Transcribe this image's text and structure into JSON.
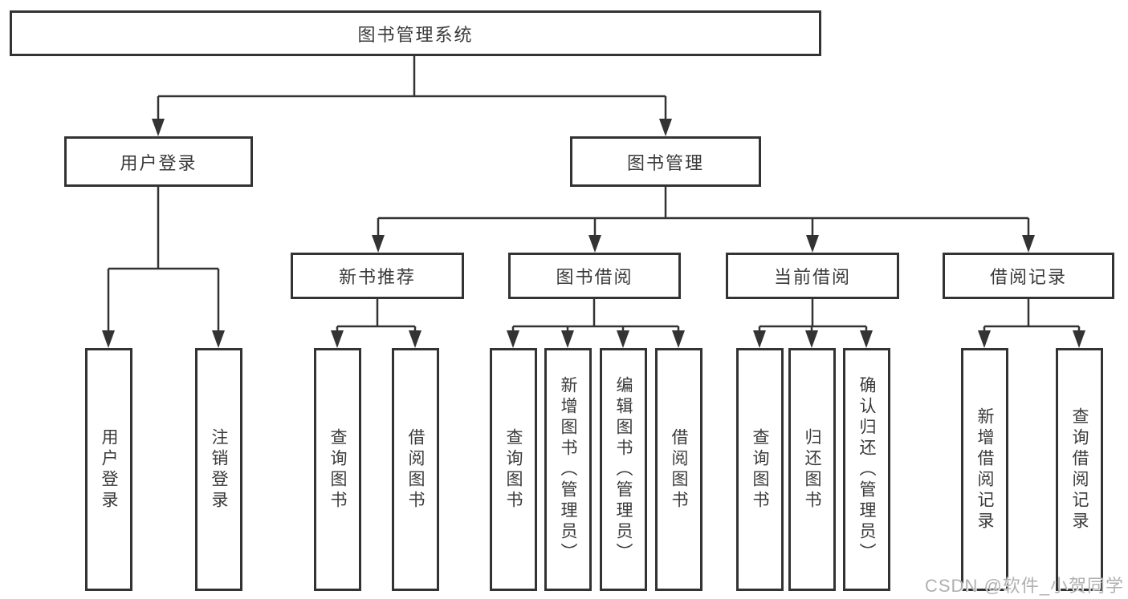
{
  "tree": {
    "label": "图书管理系统",
    "children": [
      {
        "label": "用户登录",
        "children": [
          {
            "label": "用户登录"
          },
          {
            "label": "注销登录"
          }
        ]
      },
      {
        "label": "图书管理",
        "children": [
          {
            "label": "新书推荐",
            "children": [
              {
                "label": "查询图书"
              },
              {
                "label": "借阅图书"
              }
            ]
          },
          {
            "label": "图书借阅",
            "children": [
              {
                "label": "查询图书"
              },
              {
                "label": "新增图书（管理员）"
              },
              {
                "label": "编辑图书（管理员）"
              },
              {
                "label": "借阅图书"
              }
            ]
          },
          {
            "label": "当前借阅",
            "children": [
              {
                "label": "查询图书"
              },
              {
                "label": "归还图书"
              },
              {
                "label": "确认归还（管理员）"
              }
            ]
          },
          {
            "label": "借阅记录",
            "children": [
              {
                "label": "新增借阅记录"
              },
              {
                "label": "查询借阅记录"
              }
            ]
          }
        ]
      }
    ]
  },
  "watermark": {
    "text": "CSDN @软件_小贺同学",
    "color": "#b0b0b0"
  },
  "colors": {
    "background": "#ffffff",
    "box_fill": "#ffffff",
    "box_border": "#333333",
    "line": "#333333",
    "text": "#3a3a3a"
  }
}
